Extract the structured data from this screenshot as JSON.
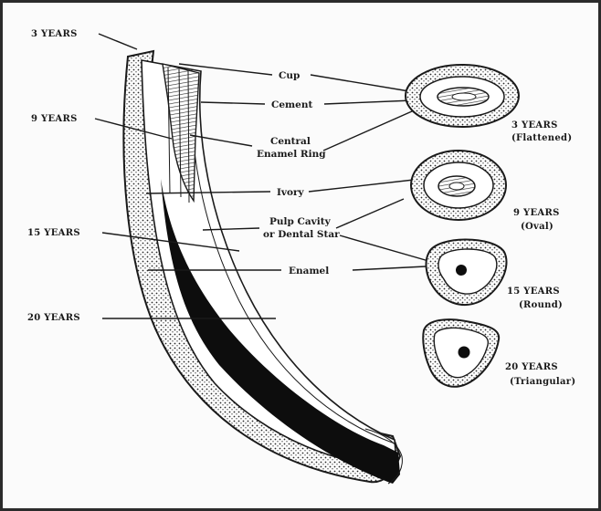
{
  "ages_left": [
    "3 YEARS",
    "9 YEARS",
    "15 YEARS",
    "20 YEARS"
  ],
  "parts": {
    "cup": "Cup",
    "cement": "Cement",
    "central_enamel_ring_1": "Central",
    "central_enamel_ring_2": "Enamel Ring",
    "ivory": "Ivory",
    "pulp_1": "Pulp Cavity",
    "pulp_2": "or Dental Star",
    "enamel": "Enamel"
  },
  "sections": [
    {
      "age": "3 YEARS",
      "shape": "(Flattened)"
    },
    {
      "age": "9 YEARS",
      "shape": "(Oval)"
    },
    {
      "age": "15 YEARS",
      "shape": "(Round)"
    },
    {
      "age": "20 YEARS",
      "shape": "(Triangular)"
    }
  ],
  "colors": {
    "ink": "#1a1a1a",
    "paper": "#fbfbfb",
    "frame": "#2b2b2b"
  }
}
